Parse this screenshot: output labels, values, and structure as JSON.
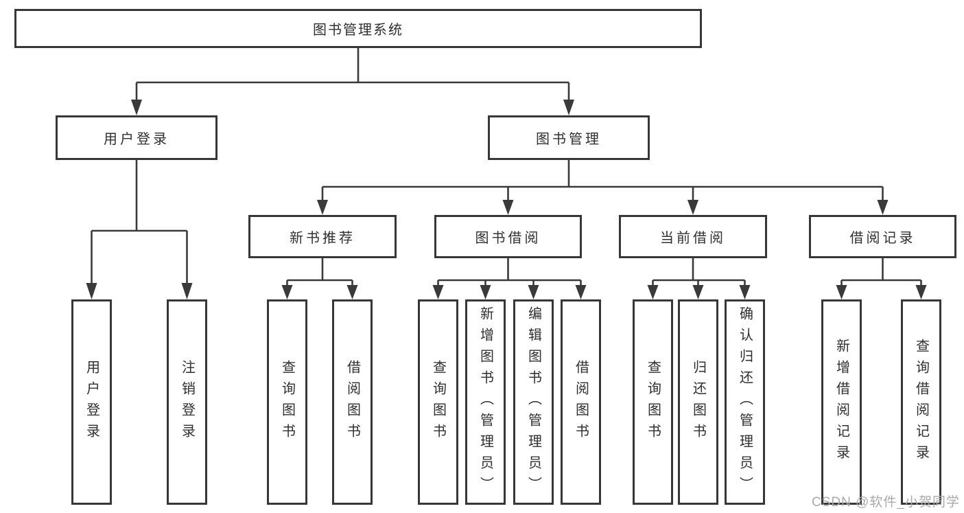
{
  "diagram": {
    "root": {
      "label": "图书管理系统"
    },
    "level2": [
      {
        "label": "用户登录"
      },
      {
        "label": "图书管理"
      }
    ],
    "level3": [
      {
        "label": "新书推荐"
      },
      {
        "label": "图书借阅"
      },
      {
        "label": "当前借阅"
      },
      {
        "label": "借阅记录"
      }
    ],
    "leaves": [
      {
        "label": "用户登录"
      },
      {
        "label": "注销登录"
      },
      {
        "label": "查询图书"
      },
      {
        "label": "借阅图书"
      },
      {
        "label": "查询图书"
      },
      {
        "label": "新增图书（管理员）"
      },
      {
        "label": "编辑图书（管理员）"
      },
      {
        "label": "借阅图书"
      },
      {
        "label": "查询图书"
      },
      {
        "label": "归还图书"
      },
      {
        "label": "确认归还（管理员）"
      },
      {
        "label": "新增借阅记录"
      },
      {
        "label": "查询借阅记录"
      }
    ]
  },
  "watermark": {
    "text": "CSDN @软件_小贺同学"
  },
  "colors": {
    "line": "#3a3a3a",
    "border": "#373737",
    "text": "#2f2f2f",
    "watermark": "#a9a9ad",
    "background": "#ffffff"
  }
}
